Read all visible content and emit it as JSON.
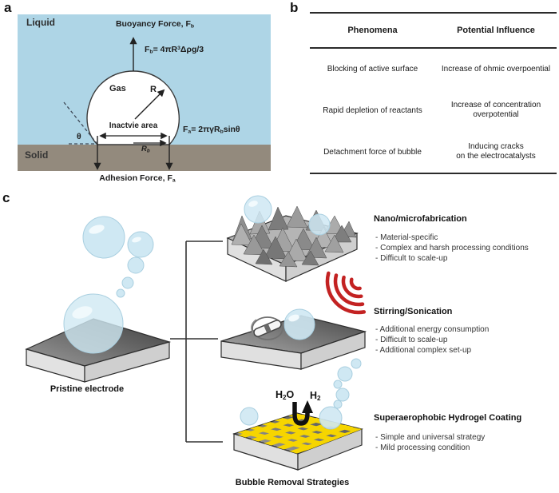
{
  "panel_letters": {
    "a": "a",
    "b": "b",
    "c": "c"
  },
  "panel_a": {
    "liquid_label": "Liquid",
    "solid_label": "Solid",
    "gas_label": "Gas",
    "radius_label": "R",
    "theta_label": "θ",
    "inactive_area_label": "Inactvie area",
    "buoyancy_label": {
      "main": "Buoyancy Force, F",
      "sub": "b"
    },
    "buoyancy_formula": {
      "f": "F",
      "fsub": "b",
      "mid": "= 4πR",
      "sup": "3",
      "tail": "Δρg/3"
    },
    "adhesion_formula": {
      "f": "F",
      "fsub": "a",
      "mid": "= 2πγR",
      "midsub": "b",
      "tail": "sinθ"
    },
    "rb_label": {
      "main": "R",
      "sub": "b"
    },
    "adhesion_label": {
      "main": "Adhesion Force, F",
      "sub": "a"
    }
  },
  "panel_b": {
    "headers": {
      "col1": "Phenomena",
      "col2": "Potential Influence"
    },
    "rows": [
      {
        "phenomena": "Blocking of active surface",
        "influence1": "Increase of ohmic overpoential",
        "influence2": ""
      },
      {
        "phenomena": "Rapid depletion of reactants",
        "influence1": "Increase of concentration",
        "influence2": "overpotential"
      },
      {
        "phenomena": "Detachment force of bubble",
        "influence1": "Inducing cracks",
        "influence2": "on the electrocatalysts"
      }
    ]
  },
  "panel_c": {
    "pristine_label": "Pristine electrode",
    "strategies_label": "Bubble Removal Strategies",
    "h2o_label": {
      "main": "H",
      "sub": "2",
      "tail": "O"
    },
    "h2_label": {
      "main": "H",
      "sub": "2"
    },
    "strategies": [
      {
        "title": "Nano/microfabrication",
        "bullets": [
          "- Material-specific",
          "- Complex and harsh processing conditions",
          "- Difficult to scale-up"
        ]
      },
      {
        "title": "Stirring/Sonication",
        "bullets": [
          "- Additional energy consumption",
          "- Difficult to scale-up",
          "- Additional complex set-up"
        ]
      },
      {
        "title": "Superaerophobic Hydrogel Coating",
        "bullets": [
          "- Simple and universal strategy",
          "- Mild processing condition"
        ]
      }
    ]
  },
  "colors": {
    "liquid_blue": "#aed5e6",
    "solid_taupe": "#938a7d",
    "bubble_blue": "#cfe8f3",
    "mesh_yellow": "#f6d500",
    "sonication_red": "#c32222"
  }
}
